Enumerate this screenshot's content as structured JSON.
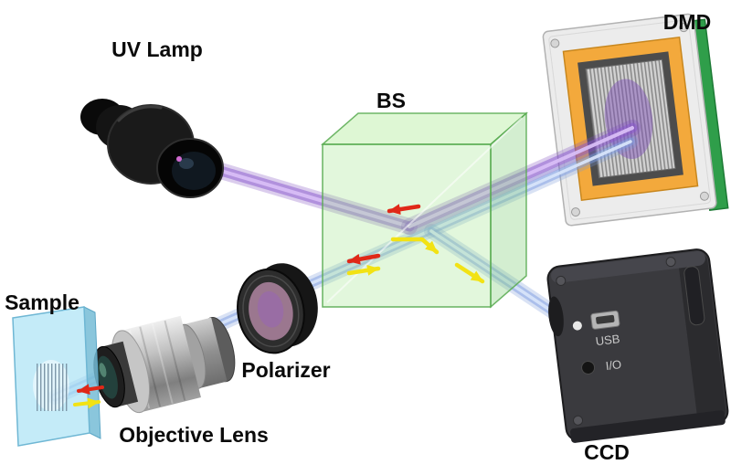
{
  "labels": {
    "uv_lamp": "UV Lamp",
    "dmd": "DMD",
    "bs": "BS",
    "sample": "Sample",
    "polarizer": "Polarizer",
    "objective_lens": "Objective Lens",
    "ccd": "CCD"
  },
  "ccd_markings": {
    "usb": "USB",
    "io": "I/O"
  },
  "colors": {
    "uv_beam_purple": "#8a5fc8",
    "readout_beam_blue": "#7d9bd8",
    "bs_cube_green": "#9ed489",
    "dmd_frame_orange": "#f3a93c",
    "dmd_board_green": "#2f9e4a",
    "sample_plate_cyan": "#bfe8f5",
    "arrow_red": "#e02818",
    "arrow_yellow": "#f2e214"
  }
}
